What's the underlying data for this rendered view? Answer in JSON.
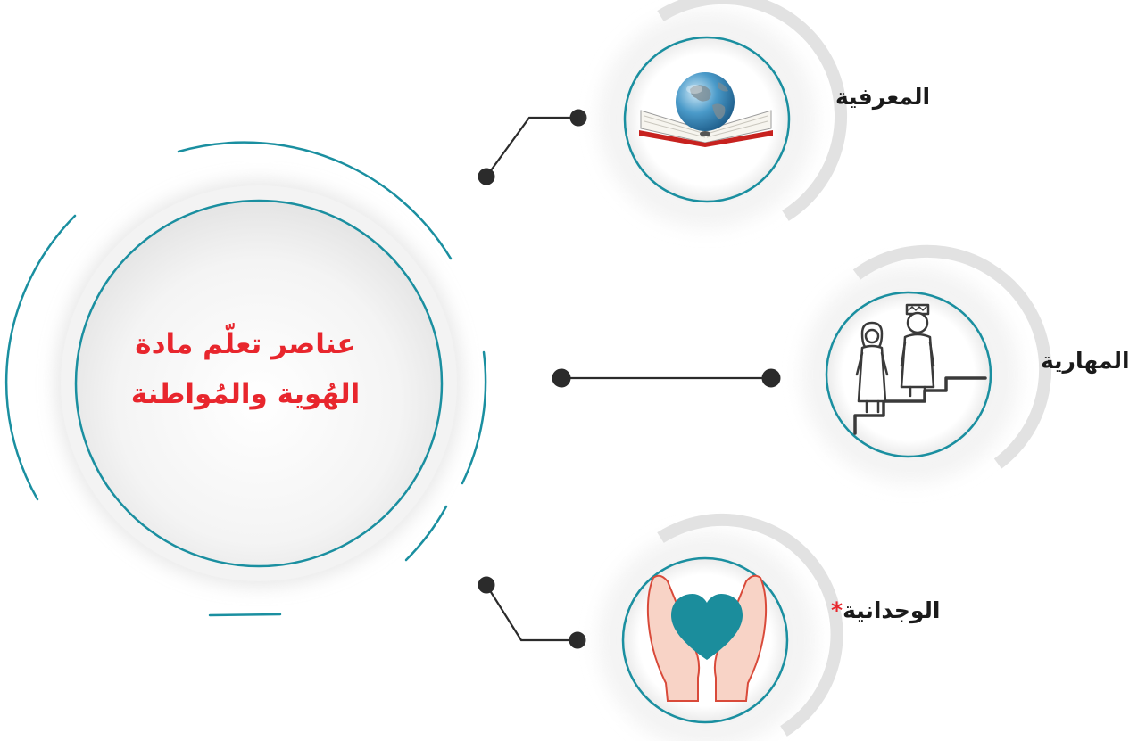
{
  "center": {
    "title_line1": "عناصر تعلّم مادة",
    "title_line2": "الهُوية والمُواطنة"
  },
  "nodes": [
    {
      "label": "المعرفية",
      "icon": "globe-on-book-icon"
    },
    {
      "label": "المهارية",
      "icon": "children-climbing-stairs-icon"
    },
    {
      "label": "الوجدانية",
      "marker": "*",
      "icon": "hands-holding-heart-icon"
    }
  ],
  "colors": {
    "teal": "#1a8fa0",
    "title_red": "#e8262d",
    "connector": "#2b2b2b",
    "heart": "#1b8d9c",
    "hand_fill": "#f8d3c6",
    "hand_stroke": "#d94a3a"
  }
}
